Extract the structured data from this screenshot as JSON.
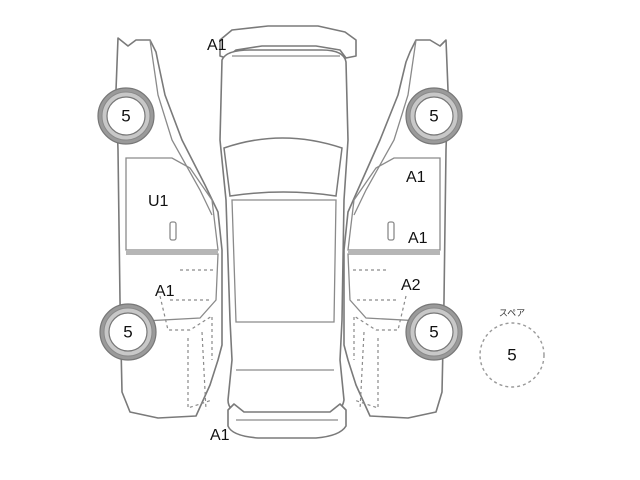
{
  "diagram": {
    "marks": {
      "front_bumper": "A1",
      "rear_bumper": "A1",
      "left_front_door": "U1",
      "left_rear_door": "A1",
      "right_front_door": "A1",
      "right_rear_door": "A1",
      "right_rear_quarter": "A2"
    },
    "tires": {
      "left_front": "5",
      "left_rear": "5",
      "right_front": "5",
      "right_rear": "5"
    },
    "spare": {
      "caption": "スペア",
      "value": "5"
    }
  }
}
